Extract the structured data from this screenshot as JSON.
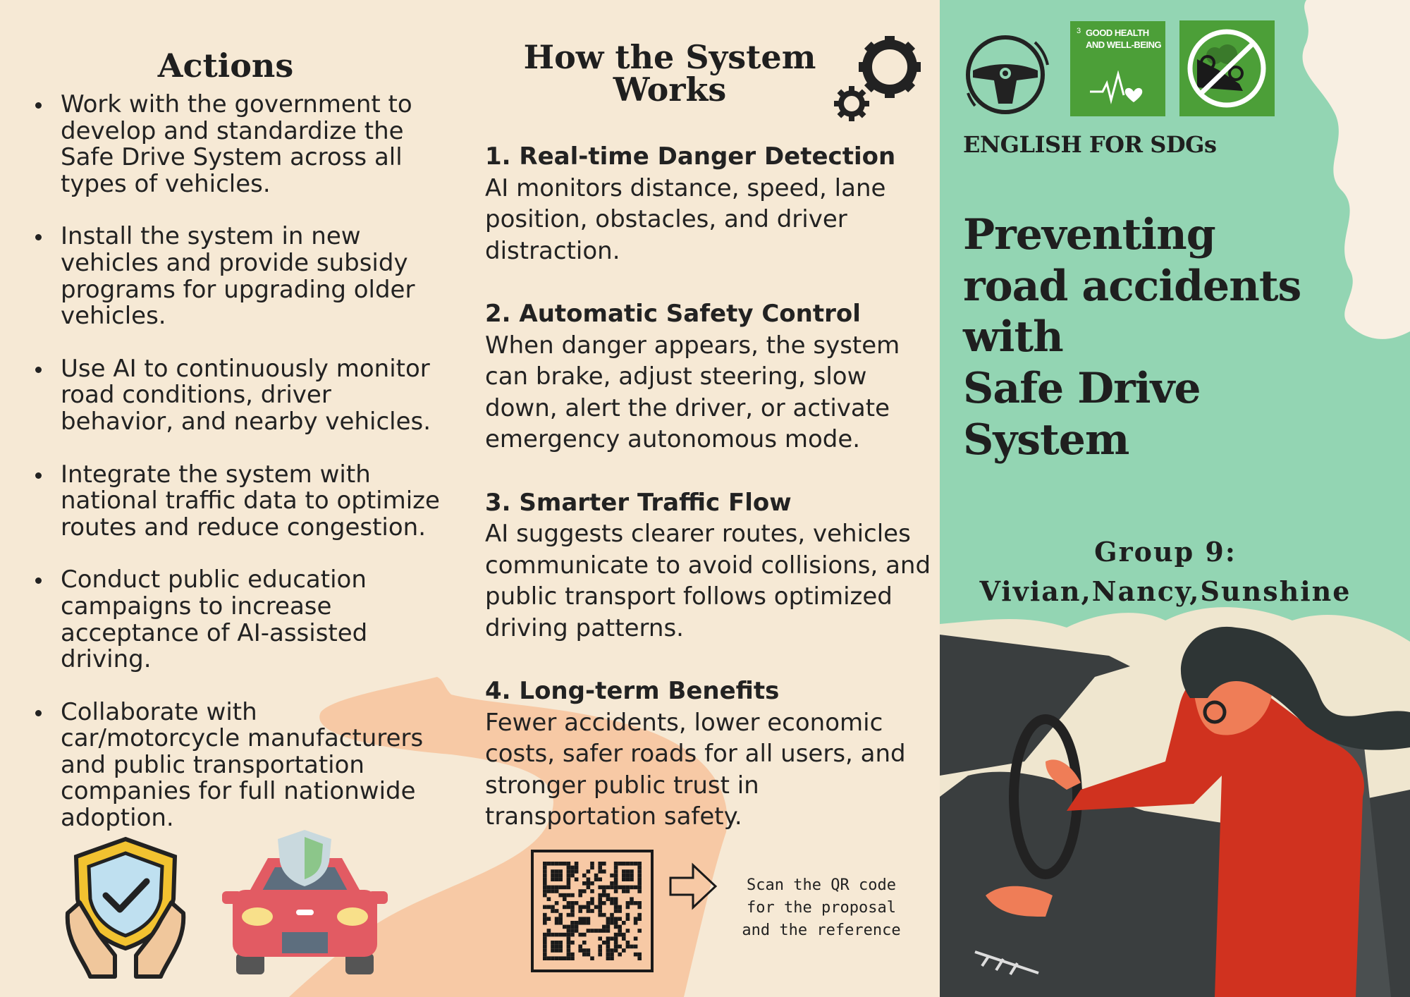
{
  "actions": {
    "title": "Actions",
    "items": [
      "Work with the government to\ndevelop and standardize the\nSafe Drive System across all\ntypes of vehicles.",
      "Install the system in new\nvehicles and provide subsidy\nprograms for upgrading older\nvehicles.",
      "Use AI to continuously monitor\nroad conditions, driver\nbehavior, and nearby vehicles.",
      "Integrate the system with\nnational traffic data to optimize\nroutes and reduce congestion.",
      "Conduct public education\ncampaigns to increase\nacceptance of AI-assisted\ndriving.",
      "Collaborate with\ncar/motorcycle manufacturers\nand public transportation\ncompanies for full nationwide\nadoption."
    ]
  },
  "how": {
    "title": "How the System\nWorks",
    "sections": [
      {
        "title": "1. Real-time Danger Detection",
        "body": "AI monitors distance, speed, lane\nposition, obstacles, and driver\ndistraction."
      },
      {
        "title": "2. Automatic Safety Control",
        "body": "When danger appears, the system\ncan brake, adjust steering, slow\ndown, alert the driver, or activate\nemergency autonomous mode."
      },
      {
        "title": "3. Smarter Traffic Flow",
        "body": "AI suggests clearer routes, vehicles\ncommunicate to avoid collisions, and\npublic transport follows optimized\ndriving patterns."
      },
      {
        "title": "4. Long-term Benefits",
        "body": "Fewer accidents, lower economic\ncosts, safer roads for all users, and\nstronger public trust in\ntransportation safety."
      }
    ]
  },
  "qr": {
    "caption": "Scan the QR code\nfor the proposal\nand the reference"
  },
  "panel": {
    "sdg3_number": "3",
    "sdg3_label": "GOOD HEALTH\nAND WELL-BEING",
    "tag": "ENGLISH FOR SDGs",
    "title": "Preventing\nroad accidents\nwith\nSafe Drive\nSystem",
    "group_label": "Group 9:",
    "members": "Vivian,Nancy,Sunshine"
  },
  "colors": {
    "background": "#f6e9d5",
    "panel": "#93d5b3",
    "sdg_green": "#4c9f38",
    "road": "#f7c9a5",
    "jacket": "#d0321f"
  }
}
